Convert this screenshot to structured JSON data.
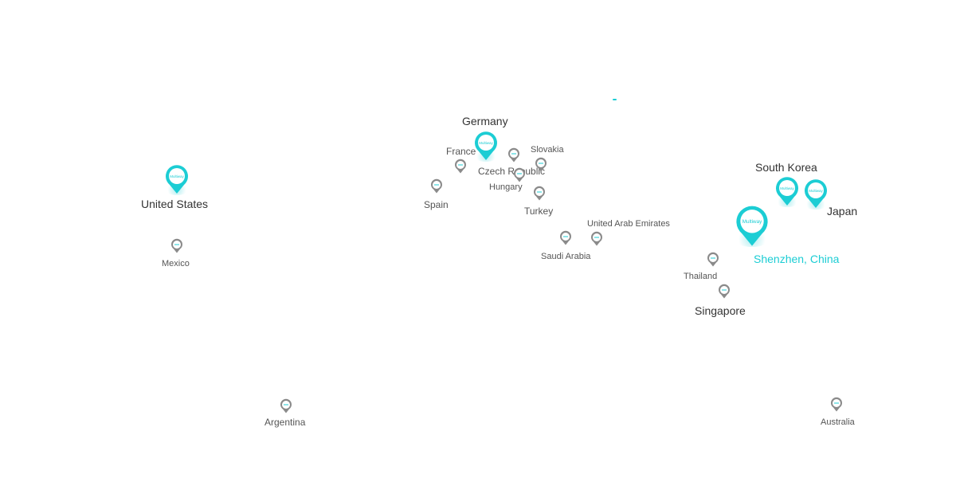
{
  "map": {
    "accent_color": "#1ccdd4",
    "secondary_color": "#888888",
    "brand_pin_text": "Multiway",
    "headquarters": {
      "label": "Shenzhen, China"
    },
    "major_markets": [
      {
        "id": "us",
        "label": "United States"
      },
      {
        "id": "de",
        "label": "Germany"
      },
      {
        "id": "kr",
        "label": "South Korea"
      },
      {
        "id": "jp",
        "label": "Japan"
      }
    ],
    "other_locations": [
      {
        "id": "mx",
        "label": "Mexico"
      },
      {
        "id": "ar",
        "label": "Argentina"
      },
      {
        "id": "fr",
        "label": "France"
      },
      {
        "id": "es",
        "label": "Spain"
      },
      {
        "id": "cz",
        "label": "Czech Republic"
      },
      {
        "id": "sk",
        "label": "Slovakia"
      },
      {
        "id": "hu",
        "label": "Hungary"
      },
      {
        "id": "tr",
        "label": "Turkey"
      },
      {
        "id": "ae",
        "label": "United Arab Emirates"
      },
      {
        "id": "sa",
        "label": "Saudi Arabia"
      },
      {
        "id": "th",
        "label": "Thailand"
      },
      {
        "id": "sg",
        "label": "Singapore"
      },
      {
        "id": "au",
        "label": "Australia"
      }
    ]
  }
}
